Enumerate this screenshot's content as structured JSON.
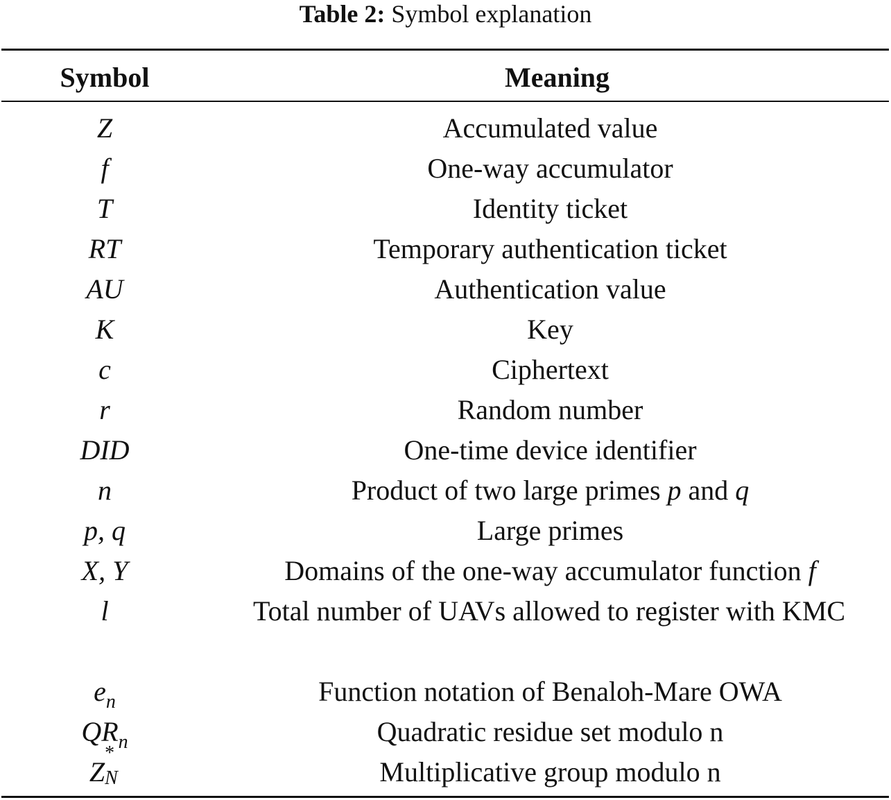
{
  "caption": {
    "label": "Table 2:",
    "text": " Symbol explanation"
  },
  "header": {
    "symbol": "Symbol",
    "meaning": "Meaning"
  },
  "rows": [
    {
      "symbol": "Z",
      "meaning": "Accumulated value"
    },
    {
      "symbol": "f",
      "meaning": "One-way accumulator"
    },
    {
      "symbol": "T",
      "meaning": "Identity ticket"
    },
    {
      "symbol": "RT",
      "meaning": "Temporary authentication ticket"
    },
    {
      "symbol": "AU",
      "meaning": "Authentication value"
    },
    {
      "symbol": "K",
      "meaning": "Key"
    },
    {
      "symbol": "c",
      "meaning": "Ciphertext"
    },
    {
      "symbol": "r",
      "meaning": "Random number"
    },
    {
      "symbol": "DID",
      "meaning": "One-time device identifier"
    },
    {
      "symbol": "n",
      "meaning_parts": [
        "Product of two large primes ",
        "p",
        " and ",
        "q"
      ]
    },
    {
      "symbol": "p, q",
      "meaning": "Large primes"
    },
    {
      "symbol": "X, Y",
      "meaning_parts": [
        "Domains of the one-way accumulator function ",
        "f"
      ]
    },
    {
      "symbol": "l",
      "meaning": "Total number of UAVs allowed to register with KMC"
    },
    {
      "symbol_base": "e",
      "symbol_sub": "n",
      "meaning": "Function notation of Benaloh-Mare OWA"
    },
    {
      "symbol_base": "QR",
      "symbol_sub": "n",
      "meaning": "Quadratic residue set modulo n"
    },
    {
      "symbol_base": "Z",
      "symbol_sup": "*",
      "symbol_sub": "N",
      "meaning": "Multiplicative group modulo n"
    }
  ]
}
